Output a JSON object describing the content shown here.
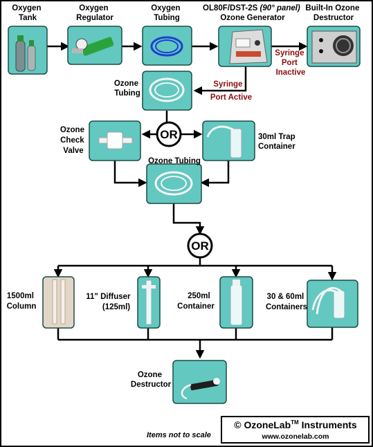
{
  "labels": {
    "oxygen_tank": [
      "Oxygen",
      "Tank"
    ],
    "oxygen_regulator": [
      "Oxygen",
      "Regulator"
    ],
    "oxygen_tubing": [
      "Oxygen",
      "Tubing"
    ],
    "generator_model": "OL80F/DST-2S",
    "generator_panel": "(90° panel)",
    "generator_name": "Ozone Generator",
    "destructor_builtin": [
      "Built-In Ozone",
      "Destructor"
    ],
    "syringe_inactive": [
      "Syringe",
      "Port",
      "Inactive"
    ],
    "syringe_active": [
      "Syringe",
      "Port Active"
    ],
    "ozone_tubing_1": [
      "Ozone",
      "Tubing"
    ],
    "check_valve": [
      "Ozone",
      "Check",
      "Valve"
    ],
    "trap_container": [
      "30ml Trap",
      "Container"
    ],
    "ozone_tubing_2": "Ozone Tubing",
    "column": [
      "1500ml",
      "Column"
    ],
    "diffuser": [
      "11\" Diffuser",
      "(125ml)"
    ],
    "container_250": [
      "250ml",
      "Container"
    ],
    "containers_30_60": [
      "30 & 60ml",
      "Containers"
    ],
    "ozone_destructor": [
      "Ozone",
      "Destructor"
    ]
  },
  "or_labels": [
    "OR",
    "OR"
  ],
  "footer": {
    "note": "Items not to scale",
    "brand_prefix": "© OzoneLab",
    "brand_tm": "TM",
    "brand_suffix": " Instruments",
    "website": "www.ozonelab.com"
  },
  "colors": {
    "photo_background": "#62c8c0",
    "syringe_text": "#8b0d0d",
    "arrows": "#000000"
  }
}
